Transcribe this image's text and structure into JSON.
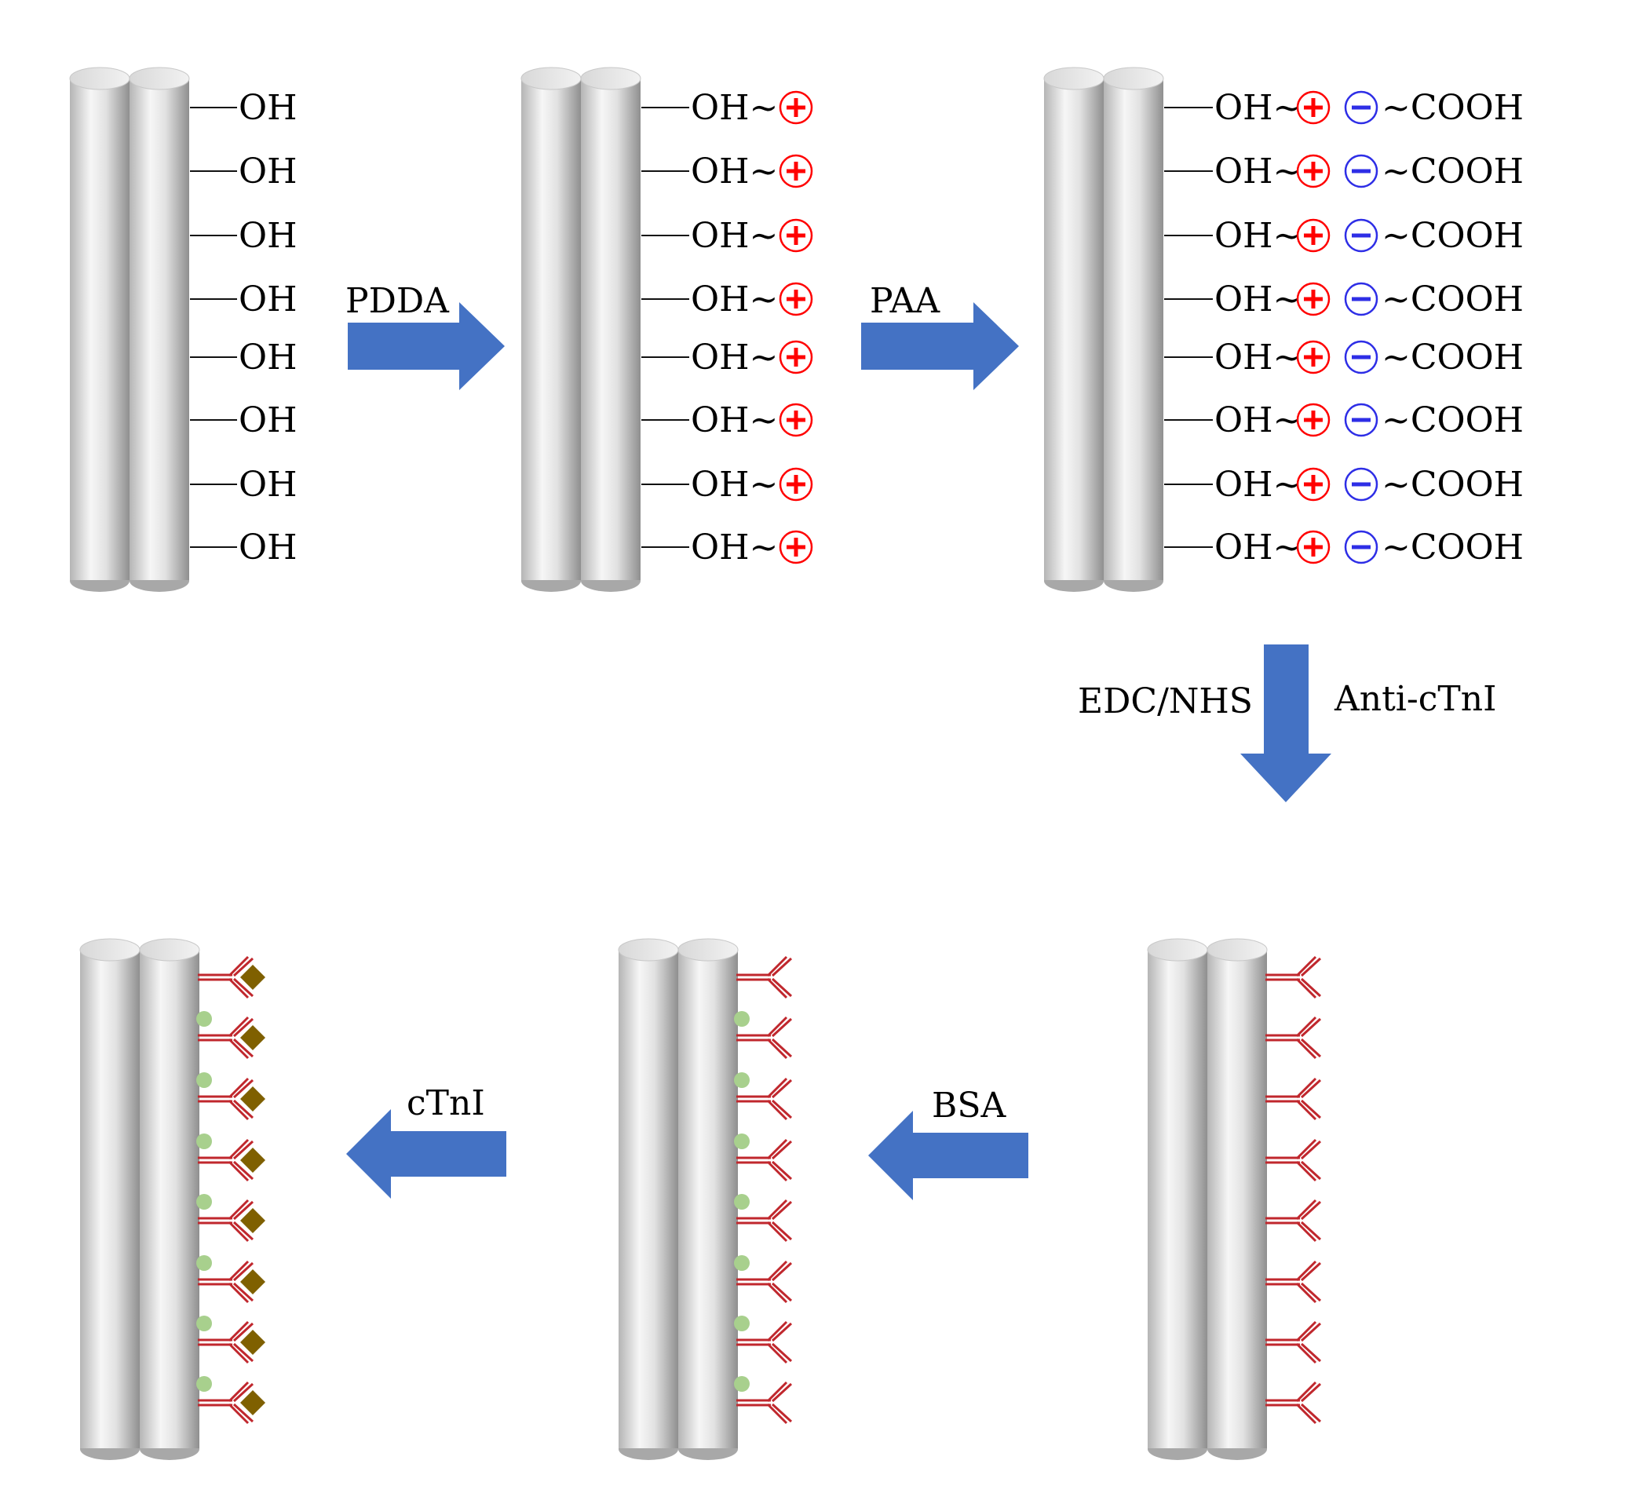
{
  "colors": {
    "arrow": "#4472C4",
    "positive": "#FF0000",
    "negative": "#2E2EE6",
    "antibody": "#C0272D",
    "bsa": "#A8D08D",
    "ctni": "#7F6000",
    "rod_dark": "#9a9a9a",
    "rod_light": "#f4f4f4"
  },
  "labels": {
    "oh": "OH",
    "cooh": "~COOH",
    "tilde": "~",
    "plus": "+",
    "minus": "−"
  },
  "steps": {
    "pdda": "PDDA",
    "paa": "PAA",
    "edc_nhs": "EDC/NHS",
    "anti_ctni": "Anti-cTnI",
    "bsa": "BSA",
    "ctni": "cTnI"
  },
  "icons": {
    "fiber": "cylinder-pair-icon",
    "antibody": "y-antibody-icon",
    "bsa": "bsa-dot-icon",
    "antigen": "antigen-diamond-icon"
  }
}
